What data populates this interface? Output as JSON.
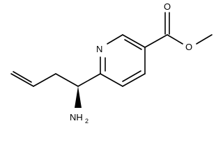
{
  "diagram": {
    "type": "chemical-structure",
    "atom_labels": {
      "ring_nitrogen": "N",
      "ester_oxygen_carbonyl": "O",
      "ester_oxygen_methoxy": "O",
      "amine_main": "NH",
      "amine_subscript": "2"
    },
    "colors": {
      "bond": "#000000",
      "text": "#000000",
      "background": "#ffffff"
    }
  }
}
